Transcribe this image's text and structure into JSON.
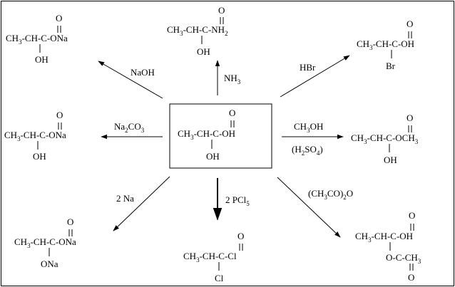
{
  "center": {
    "main": "CH3-CH-C-OH",
    "carbonyl": "O",
    "hydroxyl": "OH"
  },
  "reactions": [
    {
      "reagent": "NaOH",
      "product": {
        "main": "CH3-CH-C-ONa",
        "carbonyl": "O",
        "branch": "OH"
      }
    },
    {
      "reagent": "NH3",
      "product": {
        "main": "CH3-CH-C-NH2",
        "carbonyl": "O",
        "branch": "OH"
      }
    },
    {
      "reagent": "HBr",
      "product": {
        "main": "CH3-CH-C-OH",
        "carbonyl": "O",
        "branch": "Br"
      }
    },
    {
      "reagent": "Na2CO3",
      "product": {
        "main": "CH3-CH-C-ONa",
        "carbonyl": "O",
        "branch": "OH"
      }
    },
    {
      "reagent": "CH3OH",
      "catalyst": "(H2SO4)",
      "product": {
        "main": "CH3-CH-C-OCH3",
        "carbonyl": "O",
        "branch": "OH"
      }
    },
    {
      "reagent": "2 Na",
      "product": {
        "main": "CH3-CH-C-ONa",
        "carbonyl": "O",
        "branch": "ONa"
      }
    },
    {
      "reagent": "2 PCl5",
      "product": {
        "main": "CH3-CH-C-Cl",
        "carbonyl": "O",
        "branch": "Cl"
      }
    },
    {
      "reagent": "(CH3CO)2O",
      "product": {
        "main": "CH3-CH-C-OH",
        "carbonyl": "O",
        "branch": "O-C-CH3",
        "branch_carbonyl": "O"
      }
    }
  ]
}
